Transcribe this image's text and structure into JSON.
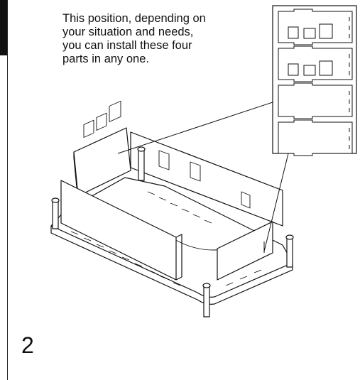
{
  "instruction": {
    "lines": [
      "This position, depending on",
      "your situation and needs,",
      "you can install these four",
      "parts in any one."
    ]
  },
  "step": {
    "number": "2"
  },
  "inset": {
    "part_count": 4
  }
}
